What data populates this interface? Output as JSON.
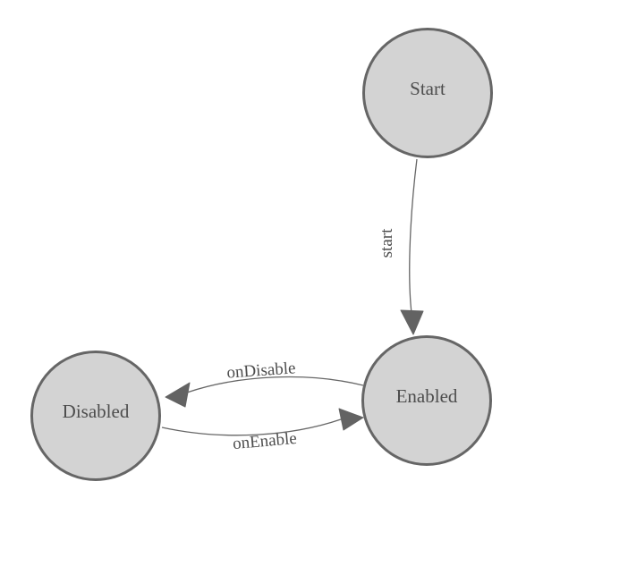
{
  "diagram": {
    "title": "state-machine-diagram",
    "nodes": [
      {
        "id": "start",
        "label": "Start"
      },
      {
        "id": "enabled",
        "label": "Enabled"
      },
      {
        "id": "disabled",
        "label": "Disabled"
      }
    ],
    "edges": [
      {
        "id": "start-to-enabled",
        "from": "Start",
        "to": "Enabled",
        "label": "start"
      },
      {
        "id": "enabled-to-disabled",
        "from": "Enabled",
        "to": "Disabled",
        "label": "onDisable"
      },
      {
        "id": "disabled-to-enabled",
        "from": "Disabled",
        "to": "Enabled",
        "label": "onEnable"
      }
    ],
    "colors": {
      "background": "#ffffff",
      "node_fill": "#d3d3d3",
      "node_stroke": "#666666",
      "edge_stroke": "#666666",
      "arrowhead_fill": "#636363",
      "label_text": "#4d4d4d"
    }
  }
}
